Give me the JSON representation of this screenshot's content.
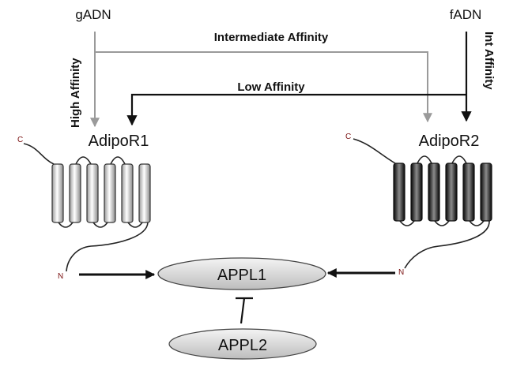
{
  "ligands": {
    "gadn": "gADN",
    "fadn": "fADN"
  },
  "affinities": {
    "high": "High Affinity",
    "intermediate": "Intermediate Affinity",
    "low": "Low Affinity",
    "int": "Int Affinity"
  },
  "receptors": {
    "r1": {
      "name": "AdipoR1",
      "c_term": "C",
      "n_term": "N"
    },
    "r2": {
      "name": "AdipoR2",
      "c_term": "C",
      "n_term": "N"
    }
  },
  "proteins": {
    "appl1": "APPL1",
    "appl2": "APPL2"
  },
  "colors": {
    "gray_arrow": "#9a9a9a",
    "black_arrow": "#111111",
    "terminal_label": "#7a1010",
    "ellipse_light": "#f4f4f4",
    "ellipse_dark": "#bdbdbd"
  }
}
